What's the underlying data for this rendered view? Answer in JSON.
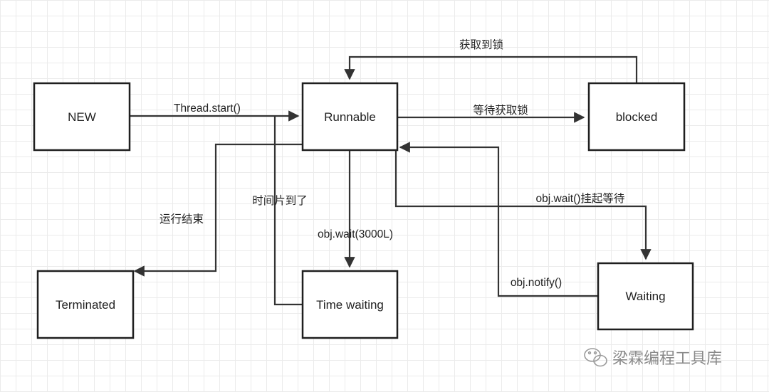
{
  "nodes": {
    "new": "NEW",
    "runnable": "Runnable",
    "blocked": "blocked",
    "terminated": "Terminated",
    "time_waiting": "Time waiting",
    "waiting": "Waiting"
  },
  "edges": {
    "thread_start": "Thread.start()",
    "wait_lock": "等待获取锁",
    "got_lock": "获取到锁",
    "time_slice": "时间片到了",
    "run_end": "运行结束",
    "timed_wait": "obj.wait(3000L)",
    "wait_suspend": "obj.wait()挂起等待",
    "notify": "obj.notify()"
  },
  "watermark": {
    "text": "梁霖编程工具库",
    "logo_icon": "wechat-icon"
  }
}
